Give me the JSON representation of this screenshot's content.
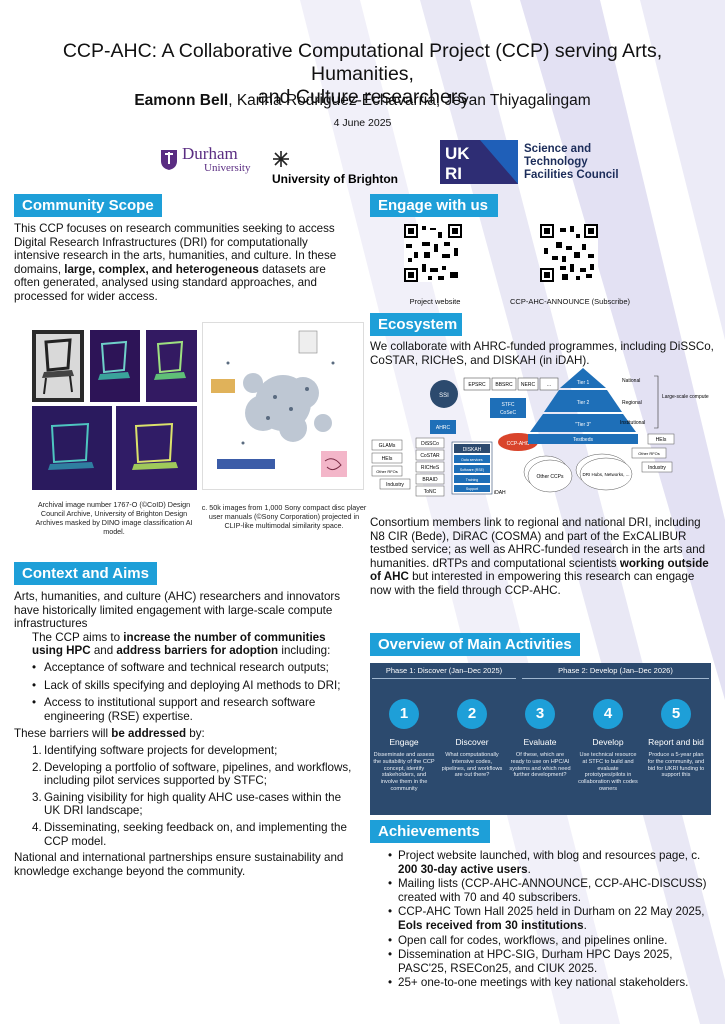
{
  "header": {
    "title_line1": "CCP-AHC: A Collaborative Computational Project (CCP) serving Arts, Humanities,",
    "title_line2": "and Culture researchers",
    "lead_author": "Eamonn Bell",
    "other_authors": ", Karina Rodriguez-Echavarria, Jeyan Thiyagalingam",
    "date": "4 June 2025"
  },
  "logos": {
    "durham_name": "Durham",
    "durham_sub": "University",
    "brighton": "University of Brighton",
    "ukri_line1": "Science and",
    "ukri_line2": "Technology",
    "ukri_line3": "Facilities Council"
  },
  "community": {
    "heading": "Community Scope",
    "p1": "This CCP focuses on research communities seeking to access Digital Research Infrastructures (DRI) for computationally intensive research in the arts, humanities, and culture. In these domains, ",
    "p1_bold": "large, complex, and heterogeneous",
    "p1_end": " datasets are often generated, analysed using standard approaches, and processed for wider access.",
    "caption_left": "Archival image number 1767-O (©CoID) Design Council Archive, University of Brighton Design Archives masked by DINO image classification AI model.",
    "caption_right": "c. 50k images from 1,000 Sony compact disc player user manuals (©Sony Corporation) projected in CLIP-like multimodal similarity space."
  },
  "context": {
    "heading": "Context and Aims",
    "intro": "Arts, humanities, and culture (AHC) researchers and innovators have historically limited engagement with large-scale compute infrastructures",
    "aim_pre": "The CCP aims to ",
    "aim_b1": "increase the number of communities using HPC",
    "aim_mid": " and ",
    "aim_b2": "address barriers for adoption",
    "aim_end": " including:",
    "bullets": [
      "Acceptance of software and technical research outputs;",
      "Lack of skills specifying and deploying AI methods to DRI;",
      "Access to institutional support and research software engineering (RSE) expertise."
    ],
    "barriers_pre": "These barriers will ",
    "barriers_bold": "be addressed",
    "barriers_end": " by:",
    "numbered": [
      "Identifying software projects for development;",
      "Developing a portfolio of software, pipelines, and workflows, including pilot services supported by STFC;",
      "Gaining visibility for high quality AHC use-cases within the UK DRI landscape;",
      "Disseminating, seeking feedback on, and implementing the CCP model."
    ],
    "numbers": [
      "1.",
      "2.",
      "3.",
      "4."
    ],
    "closing": "National and international partnerships ensure sustainability and knowledge exchange beyond the community."
  },
  "engage": {
    "heading": "Engage with us",
    "qr1_label": "Project website",
    "qr2_label": "CCP-AHC-ANNOUNCE (Subscribe)"
  },
  "ecosystem": {
    "heading": "Ecosystem",
    "intro": "We collaborate with AHRC-funded programmes, including DiSSCo, CoSTAR, RICHeS, and DISKAH (in iDAH).",
    "diagram": {
      "ssi": "SSI",
      "epsrc": "EPSRC",
      "bbsrc": "BBSRC",
      "nerc": "NERC",
      "dots": "...",
      "stfc": "STFC",
      "cosec": "CoSeC",
      "ahrc": "AHRC",
      "glams": "GLAMs",
      "heis": "HEIs",
      "other_rfos": "Other RFOs",
      "industry": "Industry",
      "dissco": "DiSSCo",
      "costar": "CoSTAR",
      "riches": "RICHeS",
      "braid": "BRAID",
      "tanc": "ToNC",
      "diskah": "DISKAH",
      "diskah_sub1": "Data services",
      "diskah_sub2": "Software (RSE)",
      "diskah_sub3": "Training",
      "diskah_sub4": "Support",
      "idah": "iDAH",
      "ccp_ahc": "CCP-AHC",
      "other_ccps": "Other CCPs",
      "tier1": "Tier 1",
      "tier2": "Tier 2",
      "tier3": "\"Tier 3\"",
      "testbeds": "Testbeds",
      "national": "National",
      "regional": "Regional",
      "institutional": "Institutional",
      "large_scale": "Large-scale compute",
      "heis_r": "HEIs",
      "other_rfos_r": "Other RFOs",
      "industry_r": "Industry",
      "dri_hubs": "DRI Hubs, Networks, ..."
    },
    "consortium": "Consortium members link to regional and national DRI, including N8 CIR (Bede), DiRAC (COSMA) and part of the ExCALIBUR testbed service; as well as AHRC-funded research in the arts and humanities. dRTPs and computational scientists ",
    "consortium_bold": "working outside of AHC",
    "consortium_end": " but interested in empowering this research can engage now with the field through CCP-AHC."
  },
  "activities": {
    "heading": "Overview of Main Activities",
    "phase1": "Phase 1: Discover (Jan–Dec 2025)",
    "phase2": "Phase 2: Develop (Jan–Dec 2026)",
    "items": [
      {
        "num": "1",
        "label": "Engage",
        "desc": "Disseminate and assess the suitability of the CCP concept, identify stakeholders, and involve them in the community"
      },
      {
        "num": "2",
        "label": "Discover",
        "desc": "What computationally intensive codes, pipelines, and workflows are out there?"
      },
      {
        "num": "3",
        "label": "Evaluate",
        "desc": "Of these, which are ready to use on HPC/AI systems and which need further development?"
      },
      {
        "num": "4",
        "label": "Develop",
        "desc": "Use technical resource at STFC to build and evaluate prototypes/pilots in collaboration with codes owners"
      },
      {
        "num": "5",
        "label": "Report and bid",
        "desc": "Produce a 5-year plan for the community, and bid for UKRI funding to support this"
      }
    ]
  },
  "achievements": {
    "heading": "Achievements",
    "a1_pre": "Project website launched, with blog and resources page, c. ",
    "a1_bold": "200 30-day active users",
    "a1_end": ".",
    "a2": "Mailing lists (CCP-AHC-ANNOUNCE, CCP-AHC-DISCUSS) created with 70 and 40 subscribers.",
    "a3_pre": "CCP-AHC Town Hall 2025 held in Durham on 22 May 2025, ",
    "a3_bold": "EoIs received from 30 institutions",
    "a3_end": ".",
    "a4": "Open call for codes, workflows, and pipelines online.",
    "a5": "Dissemination at HPC-SIG, Durham HPC Days 2025, PASC'25, RSECon25, and CIUK 2025.",
    "a6": "25+ one-to-one meetings with key national stakeholders."
  },
  "colors": {
    "accent": "#1e9fd8",
    "activities_bg": "#2c4a6e",
    "durham_purple": "#5a2d82"
  }
}
